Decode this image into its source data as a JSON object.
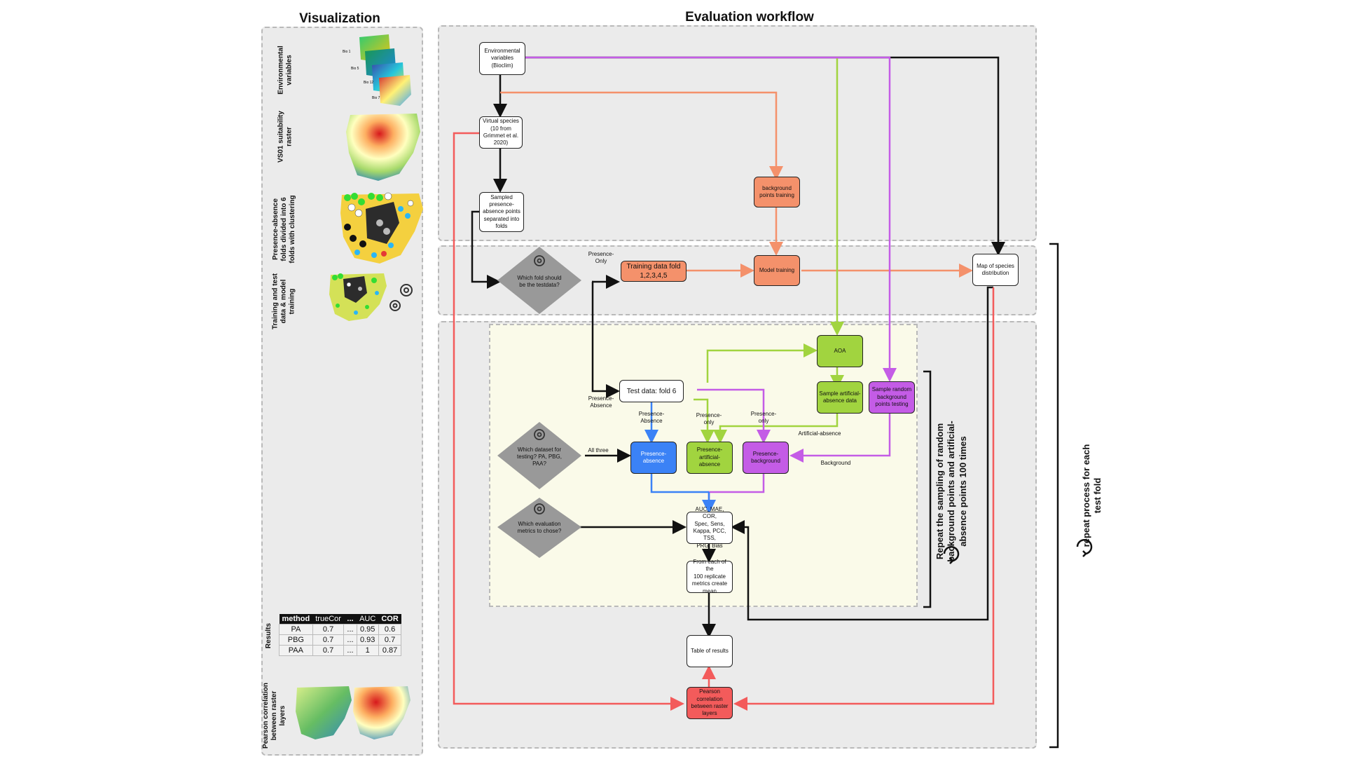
{
  "headings": {
    "visualization": "Visualization",
    "workflow": "Evaluation workflow"
  },
  "viz": {
    "row1": "Environmental\nvariables",
    "row2": "VS01 suitability\nraster",
    "row3": "Presence-absence\nfolds divided into 6\nfolds with clustering",
    "row4": "Training and test\ndata & model\ntraining",
    "row5": "Results",
    "row6": "Pearson correlation\nbetween raster\nlayers",
    "bio": [
      "Bio 1",
      "Bio 5",
      "Bio 12",
      "Bio 7"
    ]
  },
  "results_table": {
    "headers": [
      "method",
      "trueCor",
      "...",
      "AUC",
      "COR"
    ],
    "rows": [
      [
        "PA",
        "0.7",
        "...",
        "0.95",
        "0.6"
      ],
      [
        "PBG",
        "0.7",
        "...",
        "0.93",
        "0.7"
      ],
      [
        "PAA",
        "0.7",
        "...",
        "1",
        "0.87"
      ]
    ]
  },
  "nodes": {
    "env": "Environmental\nvariables\n(Bioclim)",
    "vs": "Virtual species\n(10 from\nGrimmet et al.\n2020)",
    "sampled": "Sampled\npresence-\nabsence points\nseparated into\nfolds",
    "bg_train": "background\npoints training",
    "train_fold": "Training data fold\n1,2,3,4,5",
    "model": "Model training",
    "map": "Map of species\ndistribution",
    "aoa": "AOA",
    "test": "Test data: fold 6",
    "saa": "Sample artificial-\nabsence data",
    "srb": "Sample random\nbackground\npoints testing",
    "pa": "Presence-\nabsence",
    "paa": "Presence-\nartificial-\nabsence",
    "pb": "Presence-\nbackground",
    "metrics": "AUC, MAE, COR,\nSpec, Sens,\nKappa, PCC, TSS,\nPRG, Bias",
    "mean": "From each of the\n100 replicate\nmetrics create\nmean",
    "table": "Table of results",
    "pearson": "Pearson\ncorrelation\nbetween raster\nlayers"
  },
  "diamonds": {
    "fold": "Which fold should\nbe the testdata?",
    "dataset": "Which dataset for\ntesting? PA, PBG,\nPAA?",
    "metric": "Which evaluation\nmetrics to chose?"
  },
  "edge_labels": {
    "po_top": "Presence-\nOnly",
    "pa_left": "Presence-\nAbsence",
    "pa_mid": "Presence-\nAbsence",
    "po_mid": "Presence-\nonly",
    "po_right": "Presence-\nonly",
    "all_three": "All three",
    "artificial": "Artificial-absence",
    "background": "Background"
  },
  "side": {
    "inner_loop": "Repeat the sampling of random\nbackground points and artificial-\nabsence points 100 times",
    "outer_loop": "repeat process for each\ntest fold"
  },
  "colors": {
    "black": "#111111",
    "salmon": "#f4916b",
    "green": "#a1d43f",
    "purple": "#c45ce6",
    "blue": "#3b82f6",
    "red": "#f35b5b"
  }
}
